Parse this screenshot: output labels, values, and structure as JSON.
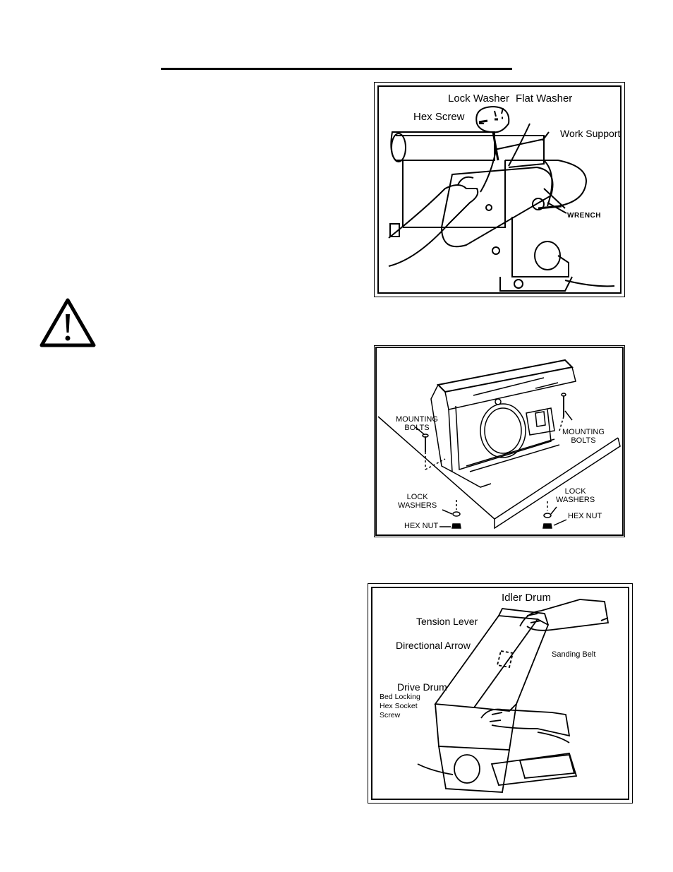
{
  "figure1": {
    "labels": {
      "lock_washer": "Lock Washer",
      "flat_washer": "Flat Washer",
      "hex_screw": "Hex Screw",
      "work_support": "Work Support",
      "wrench": "WRENCH"
    }
  },
  "figure2": {
    "labels": {
      "mounting_bolts_left": "MOUNTING\nBOLTS",
      "mounting_bolts_right": "MOUNTING\nBOLTS",
      "lock_washers_left": "LOCK\nWASHERS",
      "lock_washers_right": "LOCK\nWASHERS",
      "hex_nut_left": "HEX NUT",
      "hex_nut_right": "HEX NUT"
    }
  },
  "figure3": {
    "labels": {
      "idler_drum": "Idler Drum",
      "tension_lever": "Tension Lever",
      "directional_arrow": "Directional Arrow",
      "sanding_belt": "Sanding Belt",
      "drive_drum": "Drive Drum",
      "bed_locking": "Bed Locking\nHex Socket\nScrew"
    }
  },
  "icons": {
    "warning": "warning-triangle-icon"
  }
}
